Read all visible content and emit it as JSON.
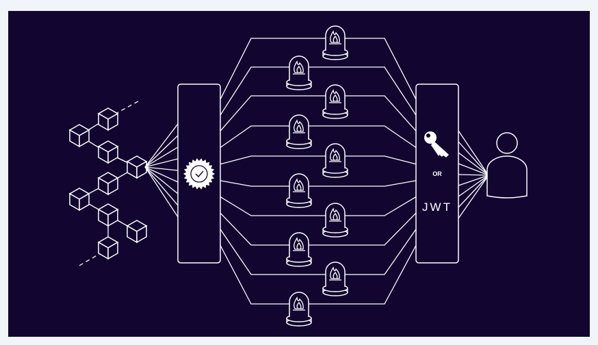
{
  "diagram": {
    "left_node_icon": "blockchain-cubes-icon",
    "verifier_icon": "verified-badge-icon",
    "node_icon": "fire-in-bell-jar-icon",
    "gateway_key_icon": "key-icon",
    "gateway_or_label": "OR",
    "gateway_jwt_label": "JWT",
    "user_icon": "user-icon",
    "node_count": 10
  },
  "colors": {
    "background": "#120630",
    "stroke": "#ffffff",
    "page": "#f1f4f8"
  }
}
